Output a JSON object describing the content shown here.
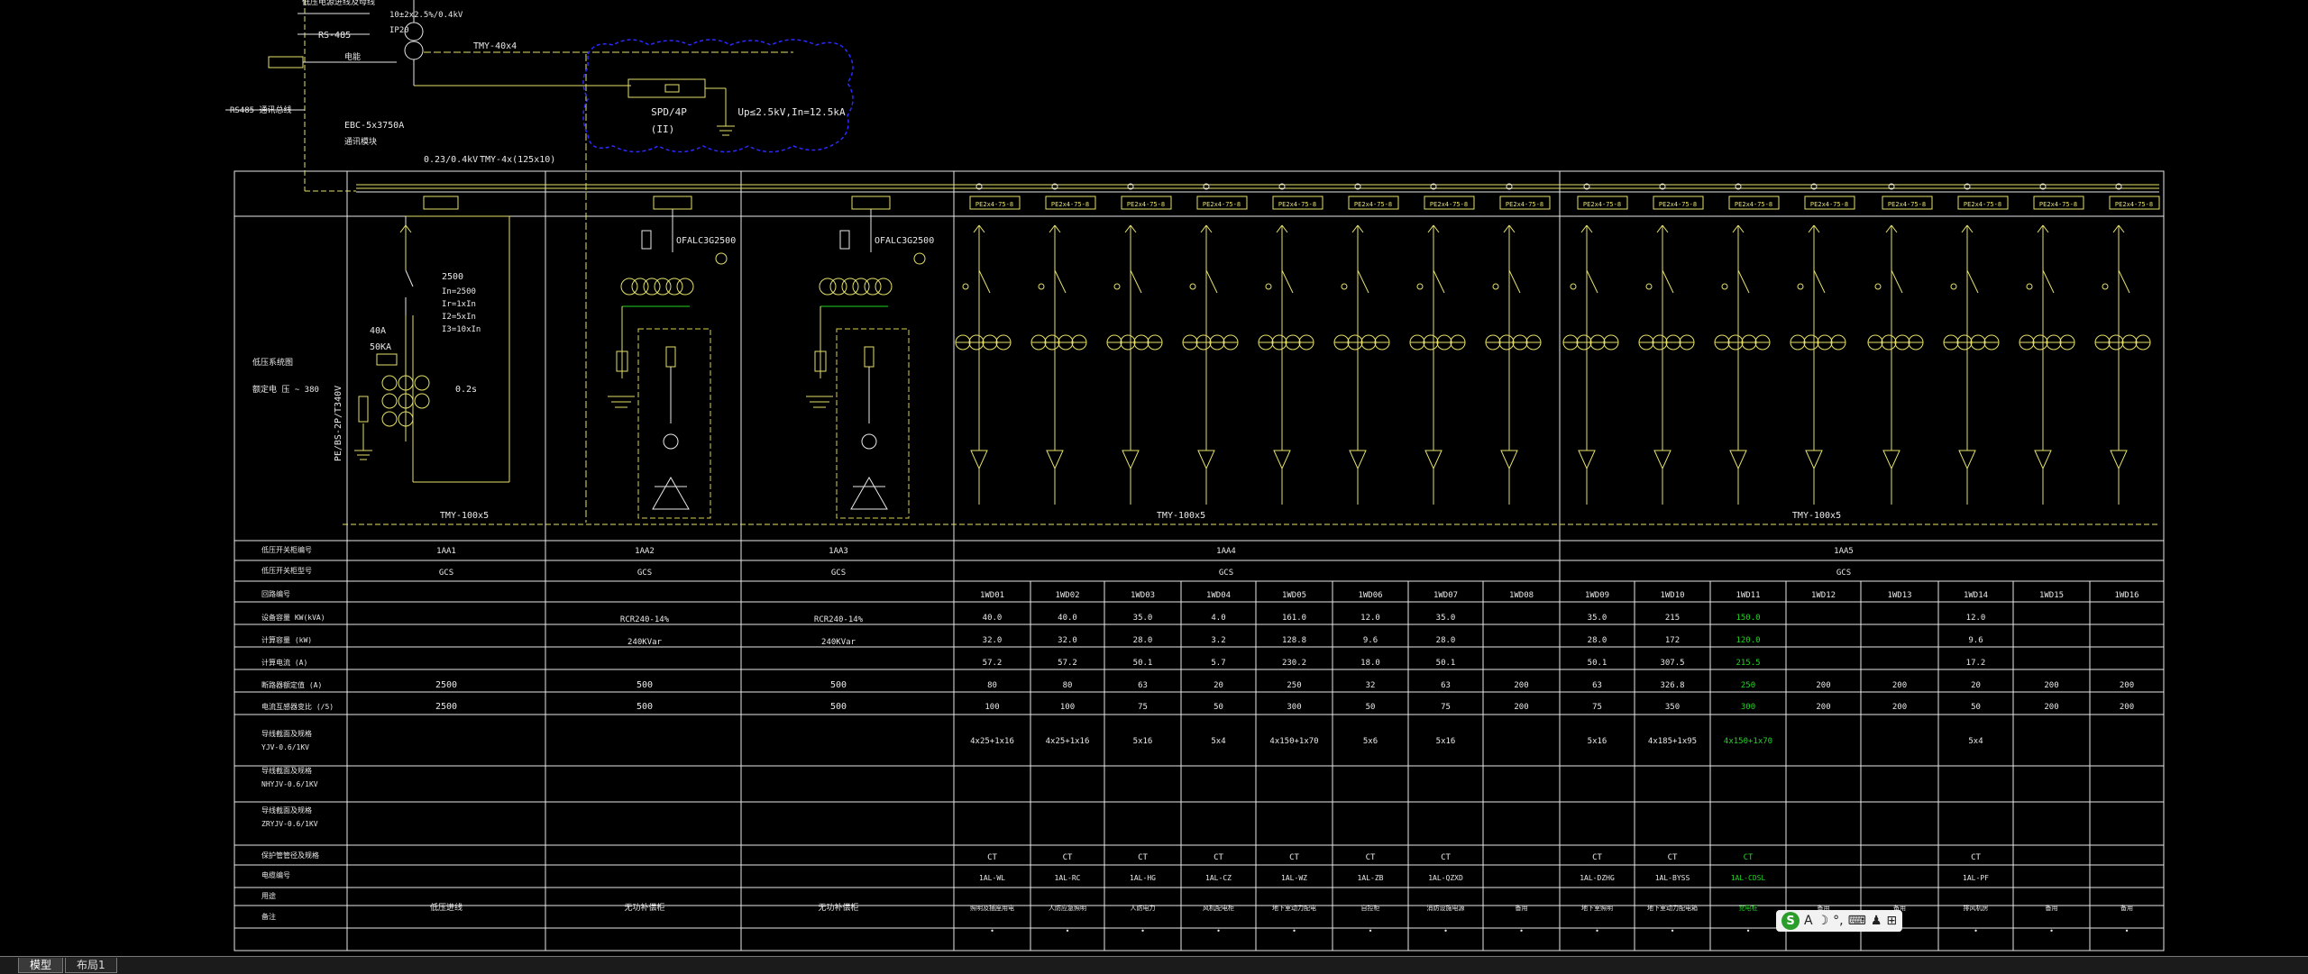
{
  "app": {
    "name": "CAD drawing viewer"
  },
  "tabs": [
    {
      "label": "模型",
      "active": true
    },
    {
      "label": "布局1",
      "active": false
    }
  ],
  "ime_toolbar": {
    "logo": "S",
    "items": [
      "A",
      "☽",
      "°,",
      "⌨",
      "♟",
      "⊞"
    ]
  },
  "top": {
    "transformer_spec": "10±2x2.5%/0.4kV",
    "ip": "IP20",
    "rs485": "RS-485",
    "rs485_long": "RS485 通讯总线",
    "busbar_label": "TMY-40x4",
    "breaker_label": "EBC-5x3750A",
    "voltage_label": "0.23/0.4kV",
    "main_bus_label": "TMY-4x(125x10)",
    "spd_label": "SPD/4P",
    "spd_class": "(II)",
    "up_label": "Up≤2.5kV,In=12.5kA",
    "meter_label": "电能",
    "meter_label2": "通讯模块",
    "top_cut_label": "低压电源进线及母线"
  },
  "left_block": {
    "title1": "低压系统图",
    "title2": "额定电  压 ~ 380",
    "cable": "PE/BS-2P/T340V"
  },
  "incomer": {
    "breaker": "2500",
    "params": [
      "In=2500",
      "Ir=1xIn",
      "I2=5xIn",
      "I3=10xIn"
    ],
    "ct": "40A",
    "rating": "50KA",
    "time": "0.2s",
    "bus": "TMY-100x5"
  },
  "capacitor": {
    "label": "OFALC3G2500"
  },
  "sections": {
    "aa4_bus": "TMY-100x5",
    "aa5_bus": "TMY-100x5"
  },
  "columns": [
    {
      "id": "incomer",
      "label": ""
    },
    {
      "id": "1AA1"
    },
    {
      "id": "1AA2"
    },
    {
      "id": "1AA3"
    },
    {
      "id": "1AA4"
    },
    {
      "id": "1AA5"
    }
  ],
  "row_labels": [
    "低压开关柜编号",
    "低压开关柜型号",
    "回路编号",
    "设备容量    KW(kVA)",
    "计算容量    (kW)",
    "计算电流     (A)",
    "断路器额定值    (A)",
    "电流互感器变比    (/5)",
    "导线截面及规格",
    "YJV-0.6/1KV",
    "导线截面及规格",
    "NHYJV-0.6/1KV",
    "导线截面及规格",
    "ZRYJV-0.6/1KV",
    "保护管管径及规格",
    "电缆编号",
    "用途",
    "备注"
  ],
  "cabinets": {
    "row1": [
      "1AA1",
      "1AA2",
      "1AA3",
      "1AA4",
      "1AA5"
    ],
    "row2": [
      "GCS",
      "GCS",
      "GCS",
      "GCS",
      "GCS"
    ],
    "aa2_cap": "RCR240-14%",
    "aa2_kvar": "240KVar",
    "aa3_cap": "RCR240-14%",
    "aa3_kvar": "240KVar",
    "incomer_breaker": "2500",
    "incomer_ct": "2500",
    "aa2_breaker": "500",
    "aa2_ct": "500",
    "aa3_breaker": "500",
    "aa3_ct": "500",
    "use_incomer": "低压进线",
    "use_aa2": "无功补偿柜",
    "use_aa3": "无功补偿柜"
  },
  "circuits": [
    {
      "id": "1WD01",
      "kw": "40.0",
      "calc": "32.0",
      "cur": "57.2",
      "brk": "80",
      "ct": "100",
      "cable": "4x25+1x16",
      "pipe": "CT",
      "tag": "1AL-WL",
      "use": "照明及插座用电"
    },
    {
      "id": "1WD02",
      "kw": "40.0",
      "calc": "32.0",
      "cur": "57.2",
      "brk": "80",
      "ct": "100",
      "cable": "4x25+1x16",
      "pipe": "CT",
      "tag": "1AL-RC",
      "use": "人防应急照明"
    },
    {
      "id": "1WD03",
      "kw": "35.0",
      "calc": "28.0",
      "cur": "50.1",
      "brk": "63",
      "ct": "75",
      "cable": "5x16",
      "pipe": "CT",
      "tag": "1AL-HG",
      "use": "人防电力"
    },
    {
      "id": "1WD04",
      "kw": "4.0",
      "calc": "3.2",
      "cur": "5.7",
      "brk": "20",
      "ct": "50",
      "cable": "5x4",
      "pipe": "CT",
      "tag": "1AL-CZ",
      "use": "风机配电柜"
    },
    {
      "id": "1WD05",
      "kw": "161.0",
      "calc": "128.8",
      "cur": "230.2",
      "brk": "250",
      "ct": "300",
      "cable": "4x150+1x70",
      "pipe": "CT",
      "tag": "1AL-WZ",
      "use": "地下室动力配电"
    },
    {
      "id": "1WD06",
      "kw": "12.0",
      "calc": "9.6",
      "cur": "18.0",
      "brk": "32",
      "ct": "50",
      "cable": "5x6",
      "pipe": "CT",
      "tag": "1AL-ZB",
      "use": "自控柜"
    },
    {
      "id": "1WD07",
      "kw": "35.0",
      "calc": "28.0",
      "cur": "50.1",
      "brk": "63",
      "ct": "75",
      "cable": "5x16",
      "pipe": "CT",
      "tag": "1AL-QZXD",
      "use": "消防设施电源"
    },
    {
      "id": "1WD08",
      "kw": "",
      "calc": "",
      "cur": "",
      "brk": "200",
      "ct": "200",
      "cable": "",
      "pipe": "",
      "tag": "",
      "use": "备用"
    },
    {
      "id": "1WD09",
      "kw": "35.0",
      "calc": "28.0",
      "cur": "50.1",
      "brk": "63",
      "ct": "75",
      "cable": "5x16",
      "pipe": "CT",
      "tag": "1AL-DZHG",
      "use": "地下室照明"
    },
    {
      "id": "1WD10",
      "kw": "215",
      "calc": "172",
      "cur": "307.5",
      "brk": "326.8",
      "ct": "350",
      "cable": "4x185+1x95",
      "pipe": "CT",
      "tag": "1AL-BYSS",
      "use": "地下室动力配电箱"
    },
    {
      "id": "1WD11",
      "kw": "150.0",
      "calc": "120.0",
      "cur": "215.5",
      "brk": "250",
      "ct": "300",
      "cable": "4x150+1x70",
      "pipe": "CT",
      "tag": "1AL-CDSL",
      "use": "充电桩",
      "green": true
    },
    {
      "id": "1WD12",
      "kw": "",
      "calc": "",
      "cur": "",
      "brk": "200",
      "ct": "200",
      "cable": "",
      "pipe": "",
      "tag": "",
      "use": "备用"
    },
    {
      "id": "1WD13",
      "kw": "",
      "calc": "",
      "cur": "",
      "brk": "200",
      "ct": "200",
      "cable": "",
      "pipe": "",
      "tag": "",
      "use": "备用"
    },
    {
      "id": "1WD14",
      "kw": "12.0",
      "calc": "9.6",
      "cur": "17.2",
      "brk": "20",
      "ct": "50",
      "cable": "5x4",
      "pipe": "CT",
      "tag": "1AL-PF",
      "use": "排风机房"
    },
    {
      "id": "1WD15",
      "kw": "",
      "calc": "",
      "cur": "",
      "brk": "200",
      "ct": "200",
      "cable": "",
      "pipe": "",
      "tag": "",
      "use": "备用"
    },
    {
      "id": "1WD16",
      "kw": "",
      "calc": "",
      "cur": "",
      "brk": "200",
      "ct": "200",
      "cable": "",
      "pipe": "",
      "tag": "",
      "use": "备用"
    }
  ],
  "feeder_tag": "PE2x4-75-8",
  "colors": {
    "line": "#e8e8e8",
    "yellow": "#e4e06a",
    "green": "#21d421",
    "blue": "#2a2aff",
    "box_yellow": "#d9d04c"
  }
}
